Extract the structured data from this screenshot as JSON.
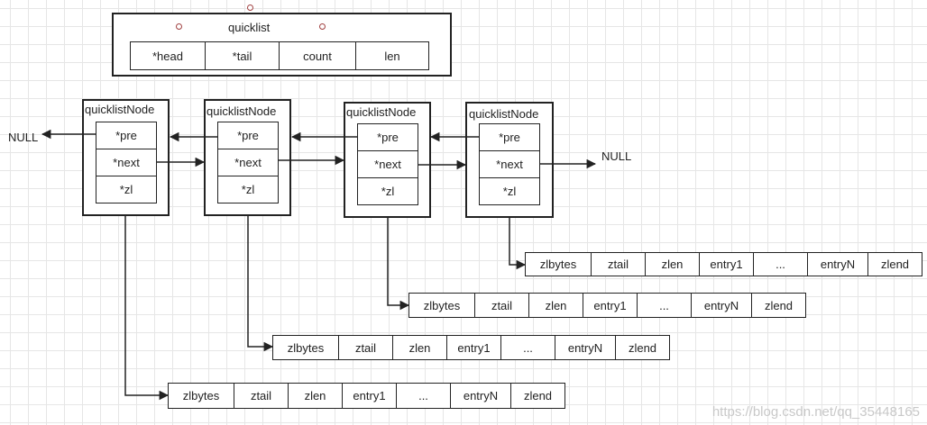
{
  "quicklist": {
    "title": "quicklist",
    "fields": [
      "*head",
      "*tail",
      "count",
      "len"
    ]
  },
  "node_title": "quicklistNode",
  "node_fields": [
    "*pre",
    "*next",
    "*zl"
  ],
  "null_label": "NULL",
  "ziplist_fields": [
    "zlbytes",
    "ztail",
    "zlen",
    "entry1",
    "...",
    "entryN",
    "zlend"
  ],
  "watermark": "https://blog.csdn.net/qq_35448165"
}
